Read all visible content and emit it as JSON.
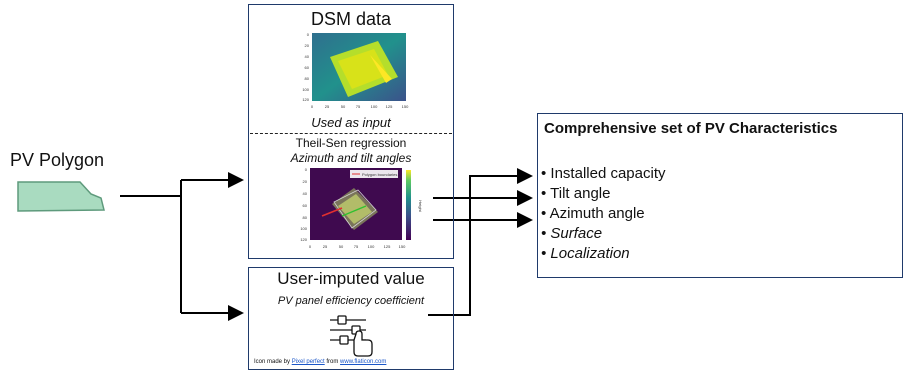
{
  "pv_polygon": {
    "label": "PV Polygon"
  },
  "dsm": {
    "title": "DSM data",
    "caption": "Used as input",
    "dsm_y_ticks": [
      "0",
      "20",
      "40",
      "60",
      "80",
      "100",
      "120"
    ],
    "dsm_x_ticks": [
      "0",
      "25",
      "50",
      "75",
      "100",
      "125",
      "150"
    ]
  },
  "regression": {
    "title": "Theil-Sen regression",
    "subtitle": "Azimuth and tilt angles",
    "legend": "Polygon boundaries",
    "y_ticks": [
      "0",
      "20",
      "40",
      "60",
      "80",
      "100",
      "120"
    ],
    "x_ticks": [
      "0",
      "25",
      "50",
      "75",
      "100",
      "125",
      "150"
    ],
    "colorbar_label": "Height"
  },
  "user": {
    "title": "User-imputed value",
    "subtitle": "PV panel efficiency coefficient",
    "credit_prefix": "Icon made by ",
    "credit_author": "Pixel perfect",
    "credit_mid": " from ",
    "credit_site": "www.flaticon.com"
  },
  "pv": {
    "title": "Comprehensive set of PV Characteristics",
    "items": [
      {
        "text": "• Installed capacity",
        "italic": false
      },
      {
        "text": "• Tilt angle",
        "italic": false
      },
      {
        "text": "• Azimuth angle",
        "italic": false
      },
      {
        "text": "• Surface",
        "italic": true
      },
      {
        "text": "• Localization",
        "italic": true
      }
    ]
  },
  "colors": {
    "border": "#1f3a6b",
    "polygon_fill": "#a9dbc0",
    "polygon_stroke": "#5e9a7c"
  }
}
